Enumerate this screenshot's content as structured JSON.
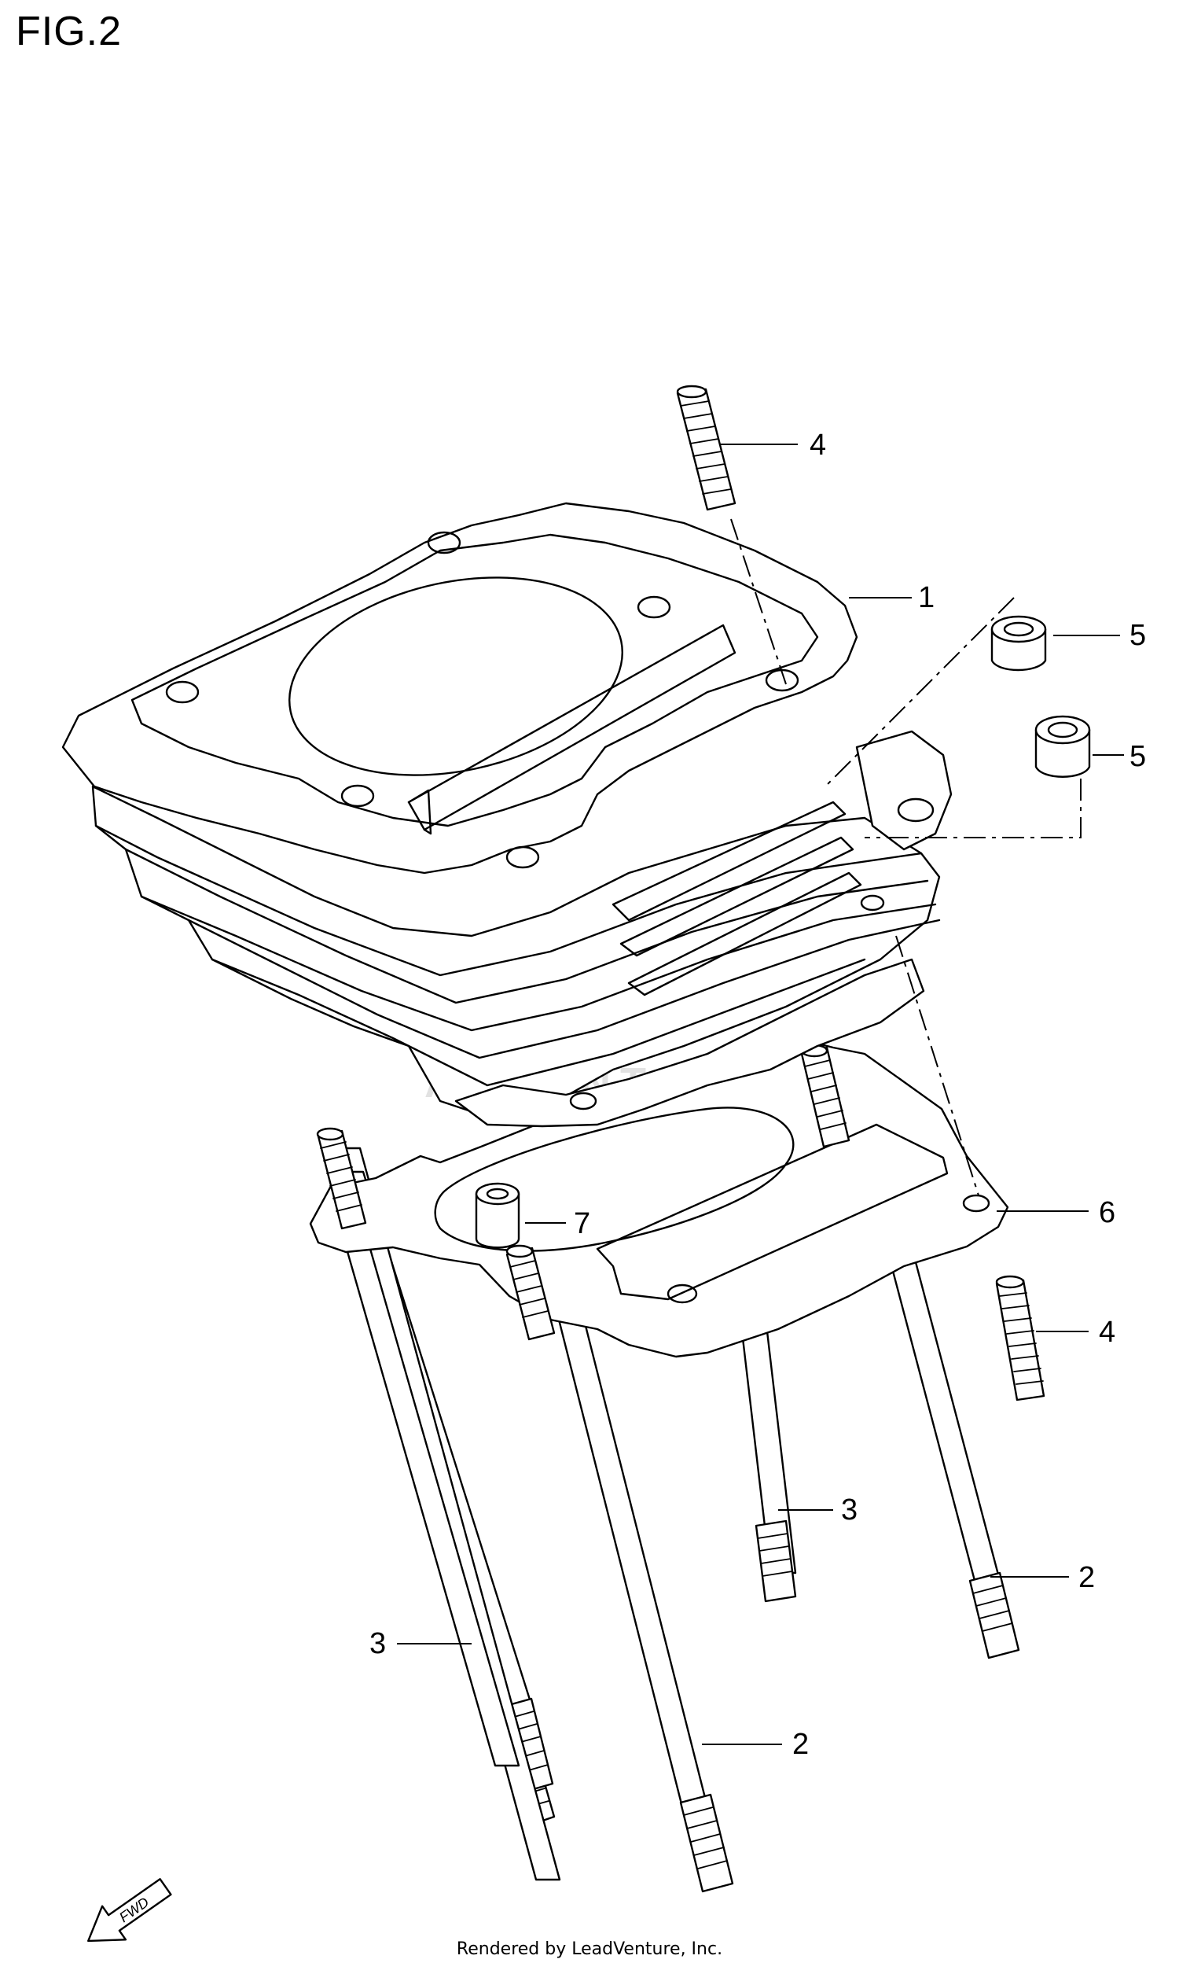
{
  "figure": {
    "title": "FIG.2",
    "credit": "Rendered by LeadVenture, Inc.",
    "fwd_label": "FWD",
    "watermark": "ADVENTURE"
  },
  "callouts": [
    {
      "id": "c1",
      "label": "1",
      "part": "cylinder"
    },
    {
      "id": "c2a",
      "label": "2",
      "part": "stud bolt (long)"
    },
    {
      "id": "c2b",
      "label": "2",
      "part": "stud bolt (long)"
    },
    {
      "id": "c3a",
      "label": "3",
      "part": "stud bolt"
    },
    {
      "id": "c3b",
      "label": "3",
      "part": "stud bolt"
    },
    {
      "id": "c4a",
      "label": "4",
      "part": "stud (short)"
    },
    {
      "id": "c4b",
      "label": "4",
      "part": "stud (short)"
    },
    {
      "id": "c5a",
      "label": "5",
      "part": "nut"
    },
    {
      "id": "c5b",
      "label": "5",
      "part": "nut"
    },
    {
      "id": "c6",
      "label": "6",
      "part": "cylinder gasket"
    },
    {
      "id": "c7",
      "label": "7",
      "part": "dowel pin"
    }
  ]
}
